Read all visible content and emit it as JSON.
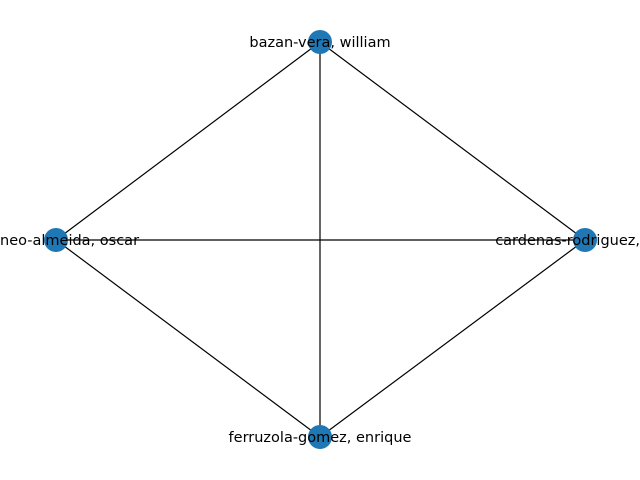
{
  "graph": {
    "node_color": "#1f77b4",
    "edge_color": "#000000",
    "nodes": [
      {
        "id": "bazan",
        "label": "bazan-vera, william"
      },
      {
        "id": "cardenas",
        "label": "cardenas-rodriguez,"
      },
      {
        "id": "ferruzola",
        "label": "ferruzola-gomez, enrique"
      },
      {
        "id": "romeo",
        "label": "neo-almeida, oscar"
      }
    ],
    "edges": [
      [
        "bazan",
        "cardenas"
      ],
      [
        "bazan",
        "ferruzola"
      ],
      [
        "bazan",
        "romeo"
      ],
      [
        "cardenas",
        "ferruzola"
      ],
      [
        "cardenas",
        "romeo"
      ],
      [
        "ferruzola",
        "romeo"
      ]
    ]
  }
}
